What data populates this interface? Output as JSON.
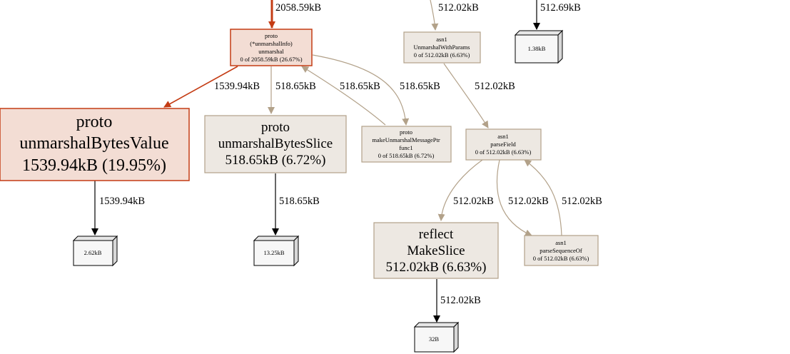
{
  "colors": {
    "hot_stroke": "#c43c14",
    "hot_fill": "#f3ddd4",
    "neutral_stroke": "#b2a189",
    "neutral_fill": "#ede8e2",
    "box_stroke": "#000000",
    "box_fill": "#f7f7f7",
    "edge_hot": "#c43c14",
    "edge_neutral": "#b2a189",
    "edge_black": "#000000"
  },
  "nodes": {
    "proto_unmarshal": {
      "lines": [
        "proto",
        "(*unmarshalInfo)",
        "unmarshal",
        "0 of 2058.59kB (26.67%)"
      ]
    },
    "asn1_unmarshal_with_params": {
      "lines": [
        "asn1",
        "UnmarshalWithParams",
        "0 of 512.02kB (6.63%)"
      ]
    },
    "box_1_38": {
      "label": "1.38kB"
    },
    "proto_unmarshal_bytes_value": {
      "lines": [
        "proto",
        "unmarshalBytesValue",
        "1539.94kB (19.95%)"
      ]
    },
    "proto_unmarshal_bytes_slice": {
      "lines": [
        "proto",
        "unmarshalBytesSlice",
        "518.65kB (6.72%)"
      ]
    },
    "proto_make_unmarshal_message_ptr": {
      "lines": [
        "proto",
        "makeUnmarshalMessagePtr",
        "func1",
        "0 of 518.65kB (6.72%)"
      ]
    },
    "asn1_parse_field": {
      "lines": [
        "asn1",
        "parseField",
        "0 of 512.02kB (6.63%)"
      ]
    },
    "box_2_62": {
      "label": "2.62kB"
    },
    "box_13_25": {
      "label": "13.25kB"
    },
    "reflect_make_slice": {
      "lines": [
        "reflect",
        "MakeSlice",
        "512.02kB (6.63%)"
      ]
    },
    "asn1_parse_sequence_of": {
      "lines": [
        "asn1",
        "parseSequenceOf",
        "0 of 512.02kB (6.63%)"
      ]
    },
    "box_32b": {
      "label": "32B"
    }
  },
  "edges": {
    "into_proto_unmarshal": "2058.59kB",
    "into_asn1_unmarshal_with_params": "512.02kB",
    "into_box_1_38": "512.69kB",
    "unmarshal_to_bytes_value": "1539.94kB",
    "unmarshal_to_bytes_slice": "518.65kB",
    "make_ptr_to_unmarshal": "518.65kB",
    "unmarshal_to_make_ptr": "518.65kB",
    "with_params_to_parse_field": "512.02kB",
    "bytes_value_to_box": "1539.94kB",
    "bytes_slice_to_box": "518.65kB",
    "parse_field_to_make_slice": "512.02kB",
    "parse_field_to_sequence_of": "512.02kB",
    "sequence_of_to_parse_field": "512.02kB",
    "make_slice_to_box": "512.02kB"
  }
}
